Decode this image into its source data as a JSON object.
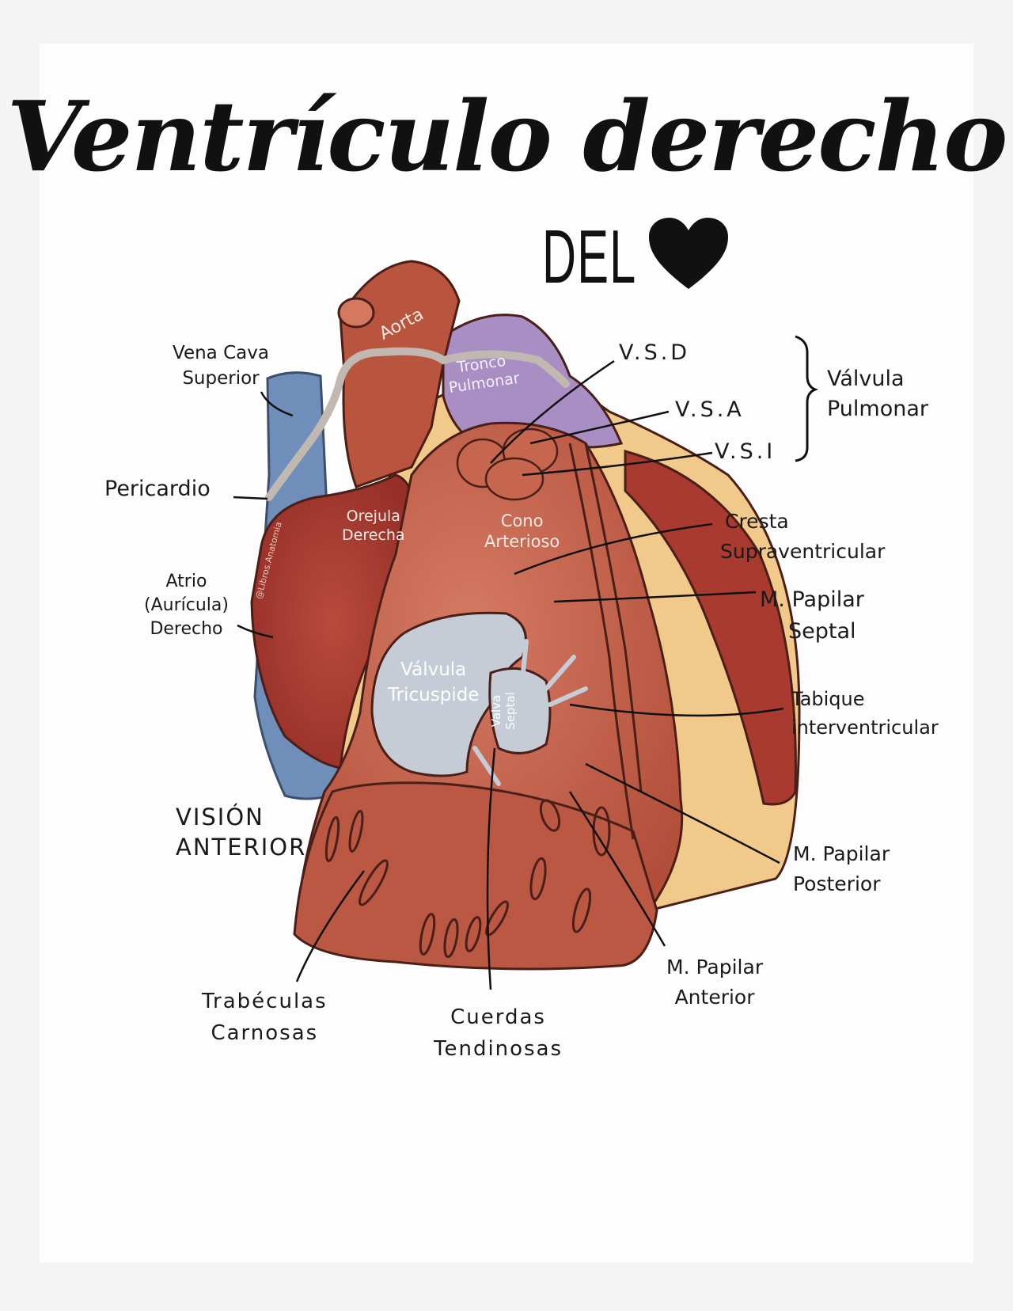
{
  "title": "Ventrículo derecho",
  "subtitle": "DEL",
  "heart_icon": "heart-icon",
  "view": [
    "VISIÓN",
    "ANTERIOR"
  ],
  "watermark": "@Libros.Anatomia",
  "colors": {
    "muscle": "#b9543e",
    "muscle_dark": "#9c3b2c",
    "atrium": "#a83a2f",
    "fat": "#f1c98a",
    "vein": "#6f8fba",
    "pulmonary": "#a98ec4",
    "valve": "#c6ccd6",
    "outline": "#4a1f18"
  },
  "labels": {
    "aorta": "Aorta",
    "tronco": [
      "Tronco",
      "Pulmonar"
    ],
    "vena_cava": [
      "Vena Cava",
      "Superior"
    ],
    "pericardio": "Pericardio",
    "orejula": [
      "Orejula",
      "Derecha"
    ],
    "cono": [
      "Cono",
      "Arterioso"
    ],
    "atrio": [
      "Atrio",
      "(Aurícula)",
      "Derecho"
    ],
    "valvula_tricuspide": [
      "Válvula",
      "Tricuspide"
    ],
    "valva_septal": [
      "Valva",
      "Septal"
    ],
    "vsd": "V.S.D",
    "vsa": "V.S.A",
    "vsi": "V.S.I",
    "valvula_pulmonar": [
      "Válvula",
      "Pulmonar"
    ],
    "cresta": [
      "Cresta",
      "Supraventricular"
    ],
    "papilar_septal": [
      "M. Papilar",
      "Septal"
    ],
    "tabique": [
      "Tabique",
      "interventricular"
    ],
    "papilar_posterior": [
      "M. Papilar",
      "Posterior"
    ],
    "papilar_anterior": [
      "M. Papilar",
      "Anterior"
    ],
    "trabeculas": [
      "Trabéculas",
      "Carnosas"
    ],
    "cuerdas": [
      "Cuerdas",
      "Tendinosas"
    ]
  }
}
